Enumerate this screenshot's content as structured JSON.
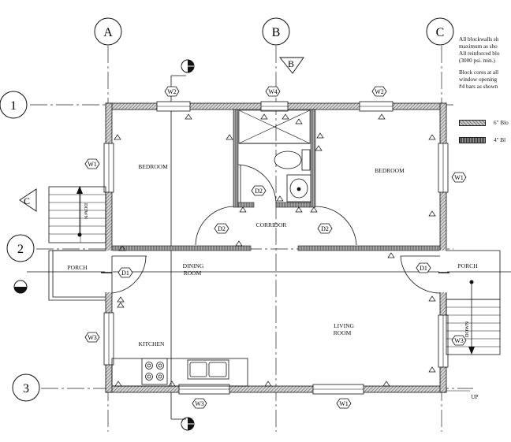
{
  "grid": {
    "cols": [
      "A",
      "B",
      "C"
    ],
    "rows": [
      "1",
      "2",
      "3"
    ]
  },
  "sections": {
    "b": "B",
    "c": "C"
  },
  "rooms": {
    "bedroom_left": "BEDROOM",
    "bedroom_right": "BEDROOM",
    "corridor": "CORRIDOR",
    "dining_1": "DINING",
    "dining_2": "ROOM",
    "living_1": "LIVING",
    "living_2": "ROOM",
    "kitchen": "KITCHEN",
    "porch_left": "PORCH",
    "porch_right": "PORCH"
  },
  "stairs": {
    "down_left": "DOWN",
    "down_right": "DOWN",
    "up": "UP"
  },
  "tags": {
    "w2_left": "W2",
    "w4_top": "W4",
    "w2_right": "W2",
    "w1_left": "W1",
    "w1_right": "W1",
    "w3_left": "W3",
    "w3_right": "W3",
    "w3_bottom": "W3",
    "w1_bottom": "W1",
    "d2_bath": "D2",
    "d2_left": "D2",
    "d2_right": "D2",
    "d1_left": "D1",
    "d1_right": "D1"
  },
  "notes": [
    "All blockwalls sh",
    "maximum as sho",
    "All reinforced blo",
    "(3000 psi. min.)",
    "Block cores at all",
    "window opening",
    "#4 bars as shown"
  ],
  "legend": [
    {
      "label": "6\" Blo"
    },
    {
      "label": "4\" Bl"
    }
  ],
  "colors": {
    "line": "#111111",
    "wall_fill": "#9a9a9a",
    "paper": "#ffffff"
  }
}
